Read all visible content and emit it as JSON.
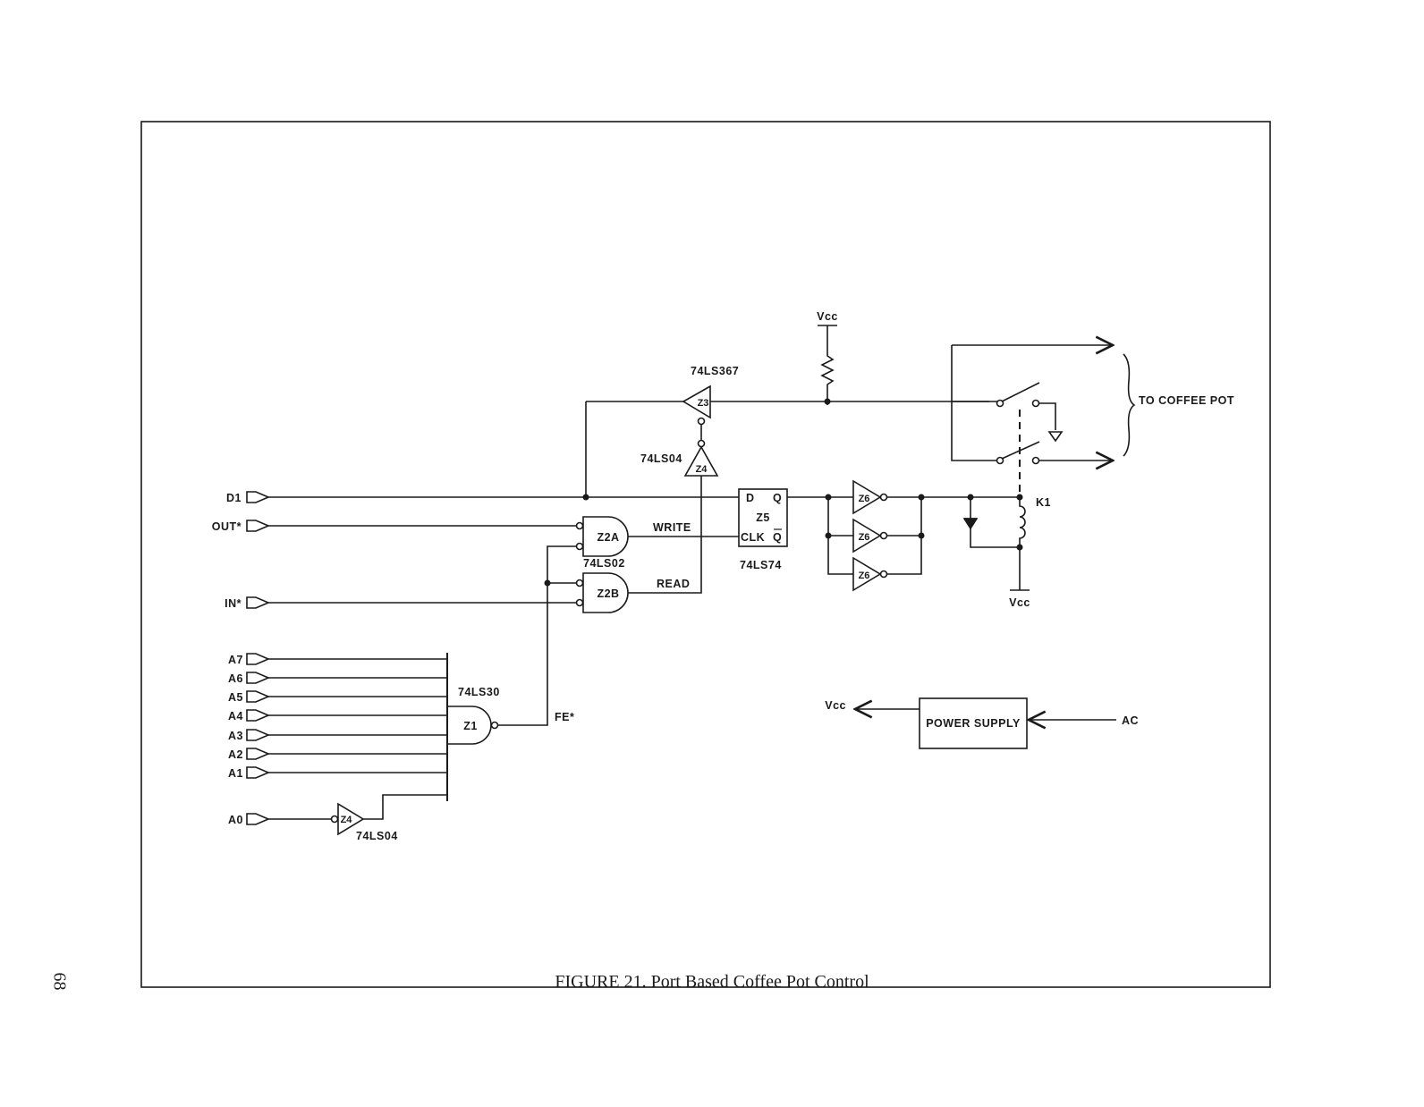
{
  "figure": {
    "caption": "FIGURE 21. Port Based Coffee Pot Control",
    "page_number": "68"
  },
  "inputs": {
    "d1": "D1",
    "out": "OUT*",
    "in": "IN*",
    "a7": "A7",
    "a6": "A6",
    "a5": "A5",
    "a4": "A4",
    "a3": "A3",
    "a2": "A2",
    "a1": "A1",
    "a0": "A0"
  },
  "components": {
    "z1": "Z1",
    "z1_part": "74LS30",
    "z2a": "Z2A",
    "z2b": "Z2B",
    "z2_part": "74LS02",
    "z3": "Z3",
    "z3_part": "74LS367",
    "z4": "Z4",
    "z4_top_part": "74LS04",
    "z4_bottom_part": "74LS04",
    "z5": "Z5",
    "z5_part": "74LS74",
    "z5_d": "D",
    "z5_q": "Q",
    "z5_clk": "CLK",
    "z5_qbar": "Q",
    "z6": "Z6",
    "k1": "K1",
    "power_supply": "POWER SUPPLY"
  },
  "signals": {
    "write": "WRITE",
    "read": "READ",
    "fe": "FE*",
    "vcc": "Vcc",
    "ac": "AC",
    "to_coffee_pot": "TO COFFEE POT"
  }
}
